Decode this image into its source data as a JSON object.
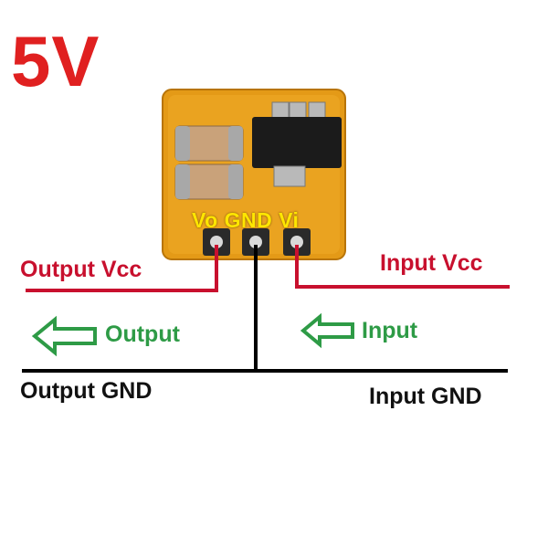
{
  "title": "5V",
  "pins": "Vo GND Vi",
  "labels": {
    "output_vcc": "Output Vcc",
    "input_vcc": "Input Vcc",
    "output": "Output",
    "input": "Input",
    "output_gnd": "Output GND",
    "input_gnd": "Input GND"
  },
  "colors": {
    "title": "#e02020",
    "vcc_wire": "#c8102e",
    "arrow": "#2e9b46",
    "gnd_wire": "#000000",
    "pcb": "#e8a11a"
  }
}
